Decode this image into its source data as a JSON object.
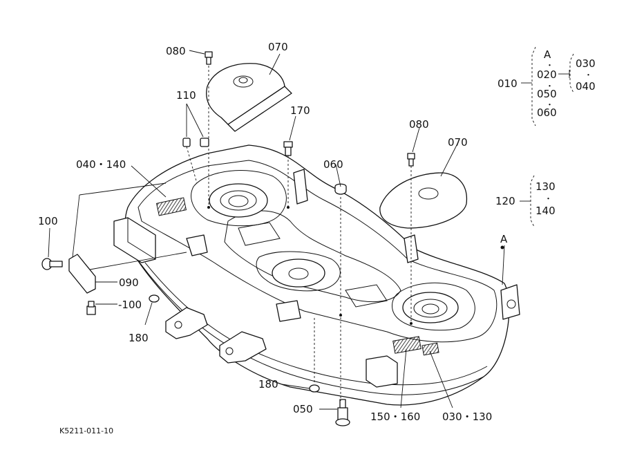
{
  "diagram_code": "K5211-011-10",
  "labels": {
    "l080a": "080",
    "l070a": "070",
    "l110": "110",
    "l170": "170",
    "l080b": "080",
    "l070b": "070",
    "l060": "060",
    "l040_140": "040・140",
    "l100a": "100",
    "l100b": "-100",
    "l090": "090",
    "l180a": "180",
    "l180b": "180",
    "l050": "050",
    "l150_160": "150・160",
    "l030_130": "030・130",
    "lA_main": "A"
  },
  "legend1": {
    "key": "010",
    "items": [
      "A",
      "020",
      "050",
      "060"
    ],
    "sub_items": [
      "030",
      "040"
    ]
  },
  "legend2": {
    "key": "120",
    "items": [
      "130",
      "140"
    ]
  }
}
